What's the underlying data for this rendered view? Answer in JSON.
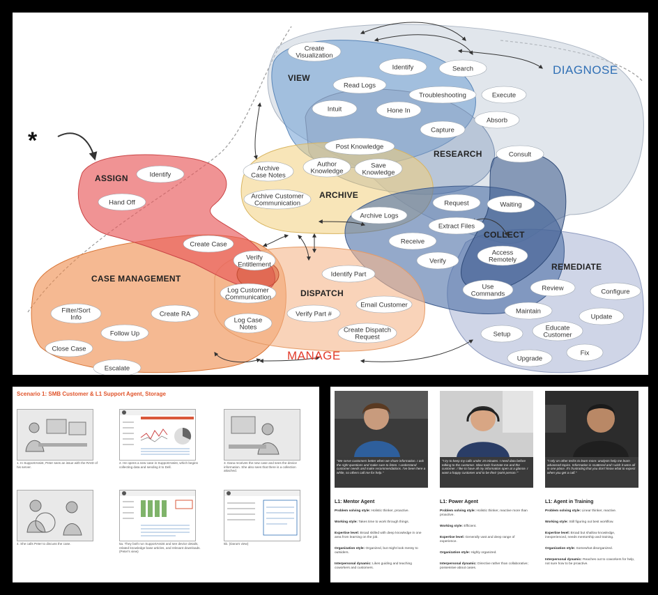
{
  "diagram": {
    "zones": {
      "assign": "ASSIGN",
      "view": "VIEW",
      "diagnose": "DIAGNOSE",
      "research": "RESEARCH",
      "archive": "ARCHIVE",
      "collect": "COLLECT",
      "case_management": "CASE MANAGEMENT",
      "dispatch": "DISPATCH",
      "remediate": "REMEDIATE",
      "manage": "MANAGE"
    },
    "start_marker": "*",
    "verbs": {
      "create_visualization": [
        "Create",
        "Visualization"
      ],
      "identify_view": "Identify",
      "search": "Search",
      "read_logs": "Read Logs",
      "troubleshooting": "Troubleshooting",
      "execute": "Execute",
      "intuit": "Intuit",
      "hone_in": "Hone In",
      "absorb": "Absorb",
      "capture": "Capture",
      "post_knowledge": "Post Knowledge",
      "consult": "Consult",
      "author_knowledge": [
        "Author",
        "Knowledge"
      ],
      "save_knowledge": [
        "Save",
        "Knowledge"
      ],
      "archive_case_notes": [
        "Archive",
        "Case Notes"
      ],
      "archive_customer_communication": [
        "Archive Customer",
        "Communication"
      ],
      "identify_assign": "Identify",
      "hand_off": "Hand Off",
      "request": "Request",
      "waiting": "Waiting",
      "archive_logs": "Archive Logs",
      "extract_files": "Extract Files",
      "receive": "Receive",
      "verify": "Verify",
      "access_remotely": [
        "Access",
        "Remotely"
      ],
      "create_case": "Create Case",
      "verify_entitlement": [
        "Verify",
        "Entitlement"
      ],
      "identify_part": "Identify Part",
      "log_customer_communication": [
        "Log Customer",
        "Communication"
      ],
      "email_customer": "Email Customer",
      "verify_part": "Verify Part #",
      "log_case_notes": [
        "Log Case",
        "Notes"
      ],
      "create_dispatch_request": [
        "Create Dispatch",
        "Request"
      ],
      "filter_sort_info": [
        "Filter/Sort",
        "Info"
      ],
      "create_ra": "Create RA",
      "follow_up": "Follow Up",
      "close_case": "Close Case",
      "escalate": "Escalate",
      "use_commands": [
        "Use",
        "Commands"
      ],
      "review": "Review",
      "configure": "Configure",
      "maintain": "Maintain",
      "update": "Update",
      "setup": "Setup",
      "educate_customer": [
        "Educate",
        "Customer"
      ],
      "fix": "Fix",
      "upgrade": "Upgrade"
    }
  },
  "scenario": {
    "title": "Scenario 1: SMB Customer & L1 Support Agent, Storage",
    "captions": [
      "1. In SupportAssist, Peter sees an issue with the RAID of his server.",
      "2. He opens a new case in SupportAssist, which begins collecting data and sending it to Dell.",
      "3. Dana receives the new case and sees the device information. She also sees that there is a collection attached.",
      "4. She calls Peter to discuss the case.",
      "5a. They both run SupportAssist and see device details, related knowledge base articles, and relevant downloads. (Peter's view)",
      "5b. (Dana's view)"
    ]
  },
  "personas": [
    {
      "title": "L1: Mentor Agent",
      "quote": "\"We serve customers better when we share information. I ask the right questions and make sure to listen. I understand customer needs and make recommendations. I've been here a while, so others call me for help.\"",
      "problem_solving": "Holistic thinker, proactive.",
      "working_style": "Takes time to work through things.",
      "expertise": "Broad skilled with deep knowledge in one area from learning on the job.",
      "organization": "Organized, but might look messy to outsiders.",
      "interpersonal": "Likes guiding and teaching coworkers and customers."
    },
    {
      "title": "L1: Power Agent",
      "quote": "\"I try to keep my calls under 15 minutes. I need data before talking to the customer. Slow tools frustrate me and the customer. I like to have all my information open at a glance. I want a happy customer and to be their 'point person.'\"",
      "problem_solving": "Holistic thinker, reactive more than proactive.",
      "working_style": "Efficient.",
      "expertise": "Generally vast and deep range of experience.",
      "organization": "Highly organized.",
      "interpersonal": "Directive rather than collaborative; possessive about cases."
    },
    {
      "title": "L1: Agent in Training",
      "quote": "\"I rely on other techs to learn more: analysts help me learn advanced topics. Information is scattered and I wish it were all in one place. It's frustrating that you don't know what to expect when you get a call.\"",
      "problem_solving": "Linear thinker, reactive.",
      "working_style": "Still figuring out best workflow.",
      "expertise": "Broad but shallow knowledge, inexperienced, needs mentorship and training.",
      "organization": "Somewhat disorganized.",
      "interpersonal": "Reaches out to coworkers for help, not sure how to be proactive."
    }
  ],
  "persona_labels": {
    "problem_solving": "Problem solving style:",
    "working_style": "Working style:",
    "expertise": "Expertise level:",
    "organization": "Organization style:",
    "interpersonal": "Interpersonal dynamic:"
  },
  "colors": {
    "assign": "#e8595a",
    "case_management": "#ef8a4a",
    "archive": "#f3cf7e",
    "view": "#6f9fd3",
    "collect": "#4d6fa6",
    "remediate": "#a7b3d3",
    "diagnose": "#c9d1dc",
    "manage": "#e23b2b",
    "diagnose_text": "#2f6fb5",
    "scenario_title": "#e0532a"
  }
}
